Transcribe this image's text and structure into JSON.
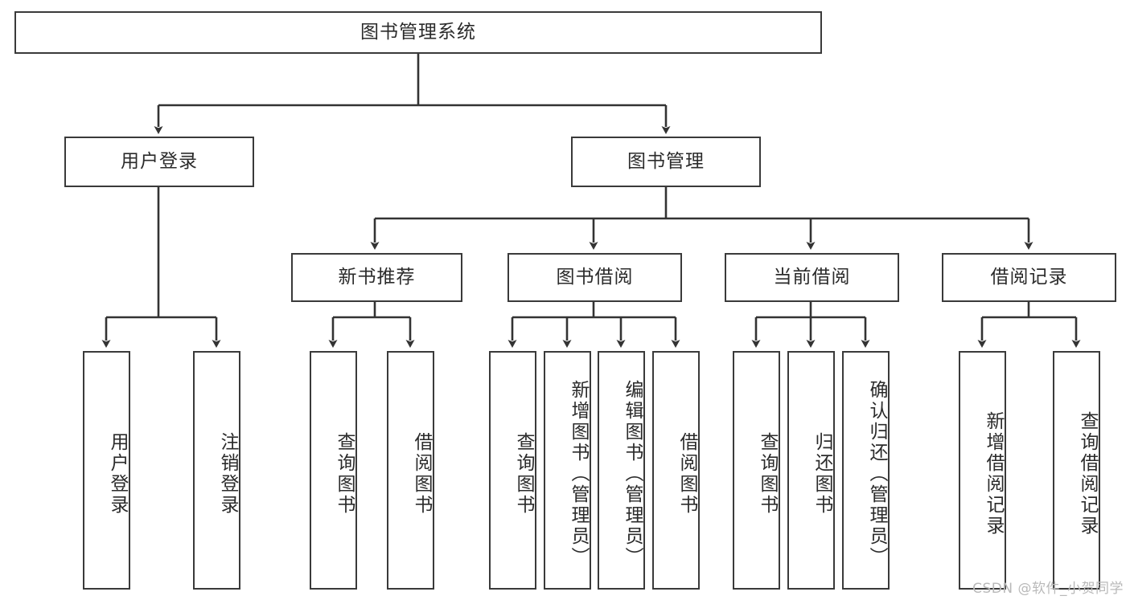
{
  "diagram": {
    "title": "图书管理系统",
    "type": "tree-hierarchy-chart",
    "colors": {
      "box_border": "#3a3a3a",
      "box_fill": "#ffffff",
      "edge": "#333333",
      "text": "#2b2b2b",
      "watermark": "#b9b9b9",
      "background": "#ffffff"
    },
    "root": {
      "label": "图书管理系统"
    },
    "level2": [
      {
        "label": "用户登录"
      },
      {
        "label": "图书管理"
      }
    ],
    "level3": [
      {
        "label": "新书推荐"
      },
      {
        "label": "图书借阅"
      },
      {
        "label": "当前借阅"
      },
      {
        "label": "借阅记录"
      }
    ],
    "leaves": {
      "user_login": [
        {
          "label": "用户登录"
        },
        {
          "label": "注销登录"
        }
      ],
      "new_book_recommend": [
        {
          "label": "查询图书"
        },
        {
          "label": "借阅图书"
        }
      ],
      "book_borrow": [
        {
          "label": "查询图书"
        },
        {
          "label": "新增图书（管理员）"
        },
        {
          "label": "编辑图书（管理员）"
        },
        {
          "label": "借阅图书"
        }
      ],
      "current_borrow": [
        {
          "label": "查询图书"
        },
        {
          "label": "归还图书"
        },
        {
          "label": "确认归还（管理员）"
        }
      ],
      "borrow_record": [
        {
          "label": "新增借阅记录"
        },
        {
          "label": "查询借阅记录"
        }
      ]
    },
    "watermark": "CSDN @软件_小贺同学"
  }
}
